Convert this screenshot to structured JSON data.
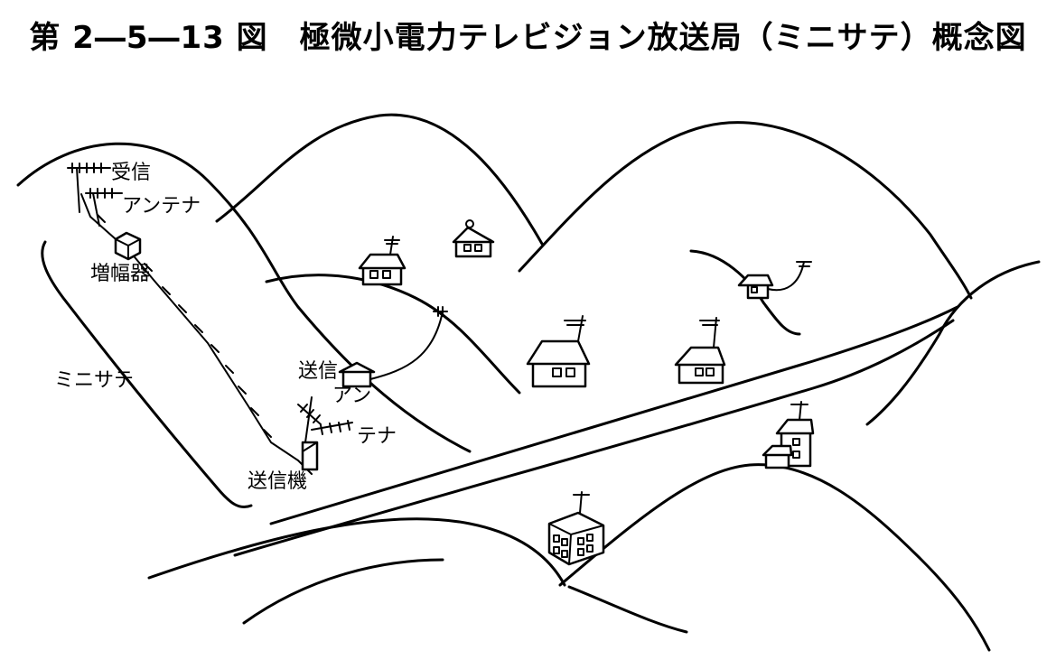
{
  "title": "第 2―5―13 図　極微小電力テレビジョン放送局（ミニサテ）概念図",
  "labels": {
    "receive_antenna_line1": "受信",
    "receive_antenna_line2": "アンテナ",
    "amplifier": "増幅器",
    "minisate": "ミニサテ",
    "transmit_antenna_line1": "送信",
    "transmit_antenna_line2a": "アン",
    "transmit_antenna_line2b": "テナ",
    "transmitter": "送信機"
  }
}
